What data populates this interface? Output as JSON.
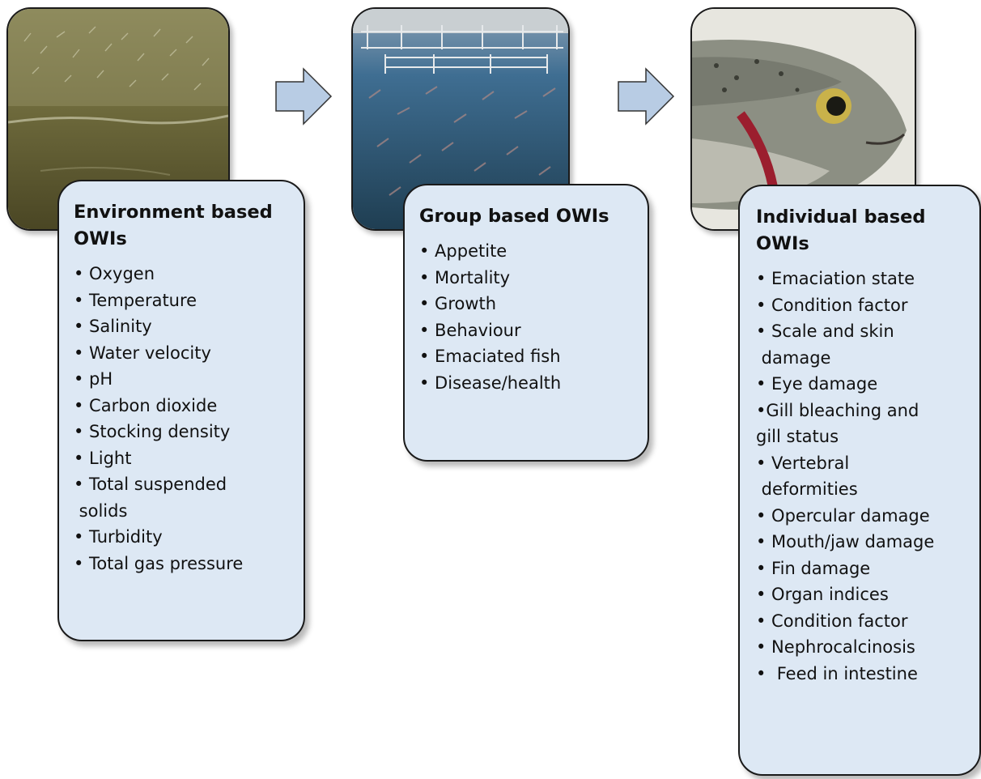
{
  "panels": [
    {
      "title": [
        "Environment based",
        "OWIs"
      ],
      "items": [
        "• Oxygen",
        "• Temperature",
        "• Salinity",
        "• Water velocity",
        "• pH",
        "• Carbon dioxide",
        "• Stocking density",
        "• Light",
        "• Total suspended\n solids",
        "• Turbidity",
        "• Total gas pressure"
      ]
    },
    {
      "title": [
        "Group based OWIs"
      ],
      "items": [
        "• Appetite",
        "• Mortality",
        "• Growth",
        "• Behaviour",
        "• Emaciated fish",
        "• Disease/health"
      ]
    },
    {
      "title": [
        "Individual based",
        "OWIs"
      ],
      "items": [
        "• Emaciation state",
        "• Condition factor",
        "• Scale and skin\n damage",
        "• Eye damage",
        "•Gill bleaching and\ngill status",
        "• Vertebral\n deformities",
        "• Opercular damage",
        "• Mouth/jaw damage",
        "• Fin damage",
        "• Organ indices",
        "• Condition factor",
        "• Nephrocalcinosis",
        "•  Feed in intestine"
      ]
    }
  ],
  "colors": {
    "card_fill": "#dde8f4",
    "arrow_fill": "#b8cce4",
    "border": "#1a1a1a"
  },
  "icons": [
    "right-arrow-icon",
    "right-arrow-icon"
  ]
}
